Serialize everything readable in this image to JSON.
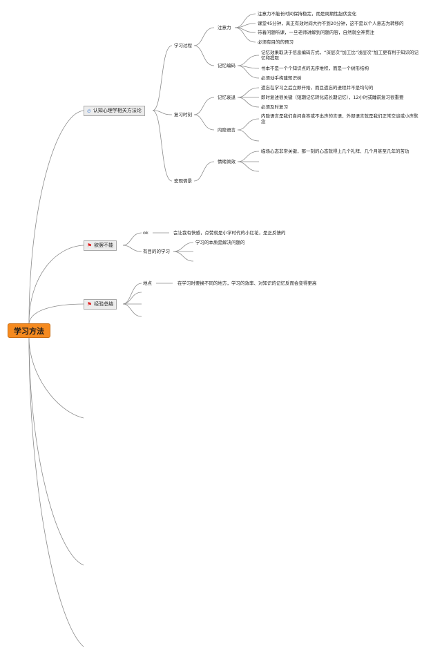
{
  "root": "学习方法",
  "icons": {
    "fire": "fire-icon",
    "flag": "red-flag-icon"
  },
  "colors": {
    "root_fill": "#f58a1f",
    "topic_fill": "#ececec",
    "line": "#8c8c8c",
    "flame": "#3a7bd5",
    "flag": "#e02020"
  },
  "branches": {
    "b1": {
      "title": "认知心理学相关方法论",
      "learning_process": {
        "label": "学习过程",
        "attention": {
          "label": "注意力",
          "items": [
            "注意力不能长时间保持稳定，而是周期性起伏变化",
            "课堂45分钟，真正有效时间大约不到20分钟，这不是以个人意志为转移的",
            "带着问题听课，一旦老师讲解到问题内容，自然就全神贯注",
            "必须有目的的预习"
          ]
        },
        "encoding": {
          "label": "记忆编码",
          "items": [
            "记忆效果取决于信息编码方式，“深层次”加工比“浅层次”加工更有利于知识的记忆和提取",
            "书本不是一个个知识点的无序堆积，而是一个树形结构",
            "必须动手构建知识树"
          ]
        }
      },
      "review": {
        "label": "复习时刻",
        "decay": {
          "label": "记忆衰退",
          "items": [
            "遗忘在学习之后立即开始，而且遗忘的进程并不是均匀的",
            "即时复述很关键（短期记忆转化成长期记忆），12小时或睡前复习很重要",
            "必须及时复习"
          ]
        },
        "inner_speech": {
          "label": "内隐语言",
          "items": [
            "内隐语言是我们自问自答或不出声的言语，外部语言就是我们正常交谈或小声默念"
          ]
        }
      },
      "macro": {
        "label": "宏观情景",
        "emotion": {
          "label": "情绪倾效",
          "items": [
            "临场心态非常关键，那一刻的心态就得上几个礼拜、几个月甚至几年的苦功"
          ]
        }
      }
    },
    "b2": {
      "title": "欲罢不能",
      "ok": {
        "label": "ok",
        "text": "会让我有快感，点赞就是小学时代的小红花，是正反馈的"
      },
      "purpose": {
        "label": "有目的的学习",
        "items": [
          "学习的本质是解决问题的"
        ]
      }
    },
    "b3": {
      "title": "经验总结",
      "place": {
        "label": "地点",
        "text": "在学习时要换不同的地方，学习的效率、对知识的记忆反而会变得更高"
      }
    }
  }
}
